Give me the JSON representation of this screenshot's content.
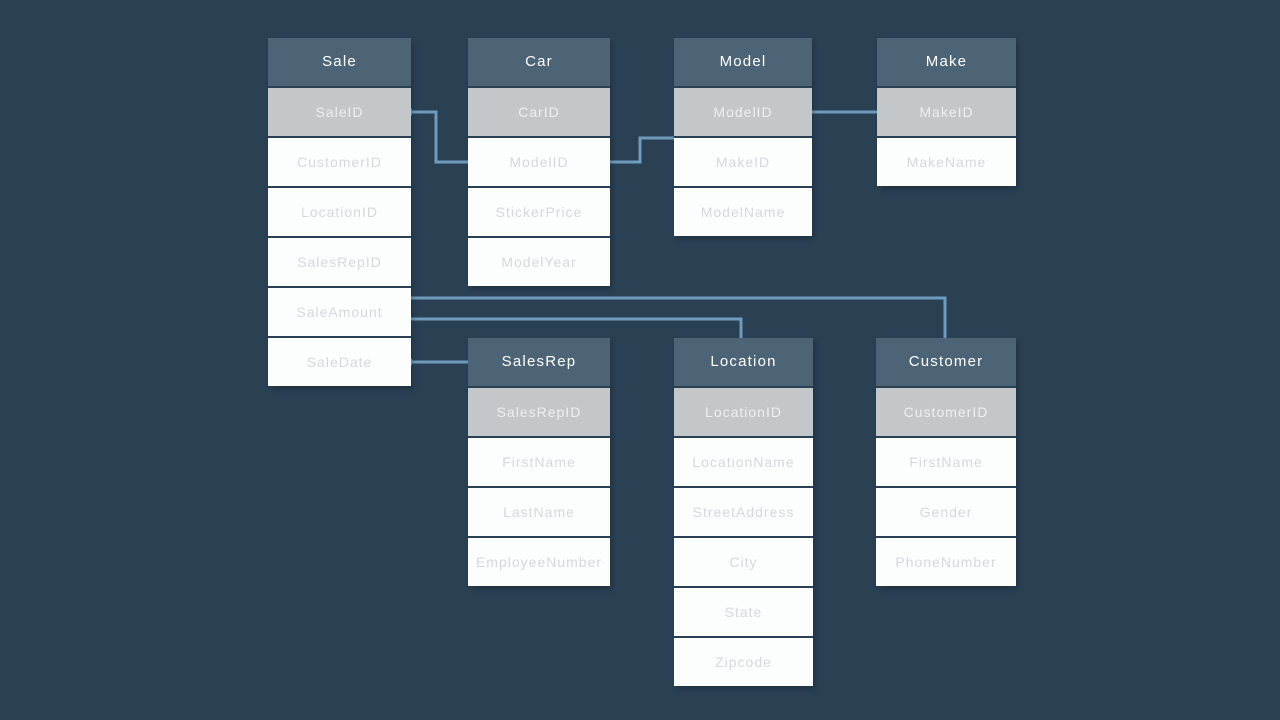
{
  "diagram": {
    "colors": {
      "background": "#2a4154",
      "table_header_fill": "#4d6476",
      "table_header_text": "#ffffff",
      "primary_key_fill": "#c3c7ca",
      "primary_key_text": "#edf0f1",
      "column_fill": "#fcfdfd",
      "column_text": "#d5d9db",
      "connector": "#6f9cbe"
    },
    "tables": [
      {
        "name": "Sale",
        "columns": [
          {
            "label": "SaleID",
            "primary": true
          },
          {
            "label": "CustomerID",
            "primary": false
          },
          {
            "label": "LocationID",
            "primary": false
          },
          {
            "label": "SalesRepID",
            "primary": false
          },
          {
            "label": "SaleAmount",
            "primary": false
          },
          {
            "label": "SaleDate",
            "primary": false
          }
        ]
      },
      {
        "name": "Car",
        "columns": [
          {
            "label": "CarID",
            "primary": true
          },
          {
            "label": "ModelID",
            "primary": false
          },
          {
            "label": "StickerPrice",
            "primary": false
          },
          {
            "label": "ModelYear",
            "primary": false
          }
        ]
      },
      {
        "name": "Model",
        "columns": [
          {
            "label": "ModelID",
            "primary": true
          },
          {
            "label": "MakeID",
            "primary": false
          },
          {
            "label": "ModelName",
            "primary": false
          }
        ]
      },
      {
        "name": "Make",
        "columns": [
          {
            "label": "MakeID",
            "primary": true
          },
          {
            "label": "MakeName",
            "primary": false
          }
        ]
      },
      {
        "name": "SalesRep",
        "columns": [
          {
            "label": "SalesRepID",
            "primary": true
          },
          {
            "label": "FirstName",
            "primary": false
          },
          {
            "label": "LastName",
            "primary": false
          },
          {
            "label": "EmployeeNumber",
            "primary": false
          }
        ]
      },
      {
        "name": "Location",
        "columns": [
          {
            "label": "LocationID",
            "primary": true
          },
          {
            "label": "LocationName",
            "primary": false
          },
          {
            "label": "StreetAddress",
            "primary": false
          },
          {
            "label": "City",
            "primary": false
          },
          {
            "label": "State",
            "primary": false
          },
          {
            "label": "Zipcode",
            "primary": false
          }
        ]
      },
      {
        "name": "Customer",
        "columns": [
          {
            "label": "CustomerID",
            "primary": true
          },
          {
            "label": "FirstName",
            "primary": false
          },
          {
            "label": "Gender",
            "primary": false
          },
          {
            "label": "PhoneNumber",
            "primary": false
          }
        ]
      }
    ],
    "relationships": [
      {
        "from": "Sale.SaleID",
        "to": "Car.ModelID"
      },
      {
        "from": "Car.ModelID",
        "to": "Model.ModelID"
      },
      {
        "from": "Model.ModelID",
        "to": "Make.MakeID"
      },
      {
        "from": "Sale",
        "to": "Customer"
      },
      {
        "from": "Sale",
        "to": "Location"
      },
      {
        "from": "Sale.SaleDate",
        "to": "SalesRep"
      }
    ]
  }
}
